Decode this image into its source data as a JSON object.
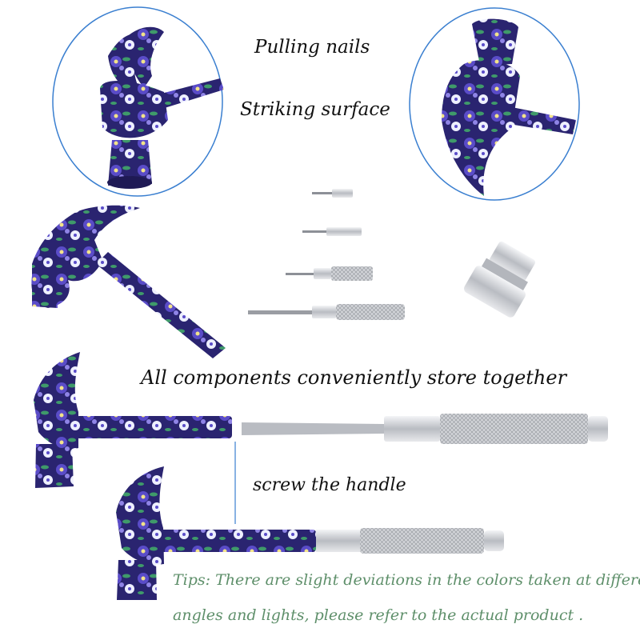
{
  "captions": {
    "pulling_nails": "Pulling  nails",
    "striking_surface": "Striking  surface",
    "store_together": "All  components conveniently  store together",
    "screw_handle": "screw the handle"
  },
  "tips": {
    "line1": "Tips: There are slight deviations in the colors taken at different",
    "line2": "angles and lights, please refer to the actual product ."
  },
  "colors": {
    "floral_dark": "#2a2470",
    "floral_purple": "#5a4cc8",
    "floral_white": "#eef0ff",
    "leaf_green": "#3f9a6a",
    "steel": "#c9ccd1",
    "circle_border": "#3a7fd0",
    "tips_text": "#5e8f6a"
  },
  "icons": [
    "hammer-icon",
    "screwdriver-icon",
    "bit-icon",
    "socket-adapter-icon"
  ]
}
